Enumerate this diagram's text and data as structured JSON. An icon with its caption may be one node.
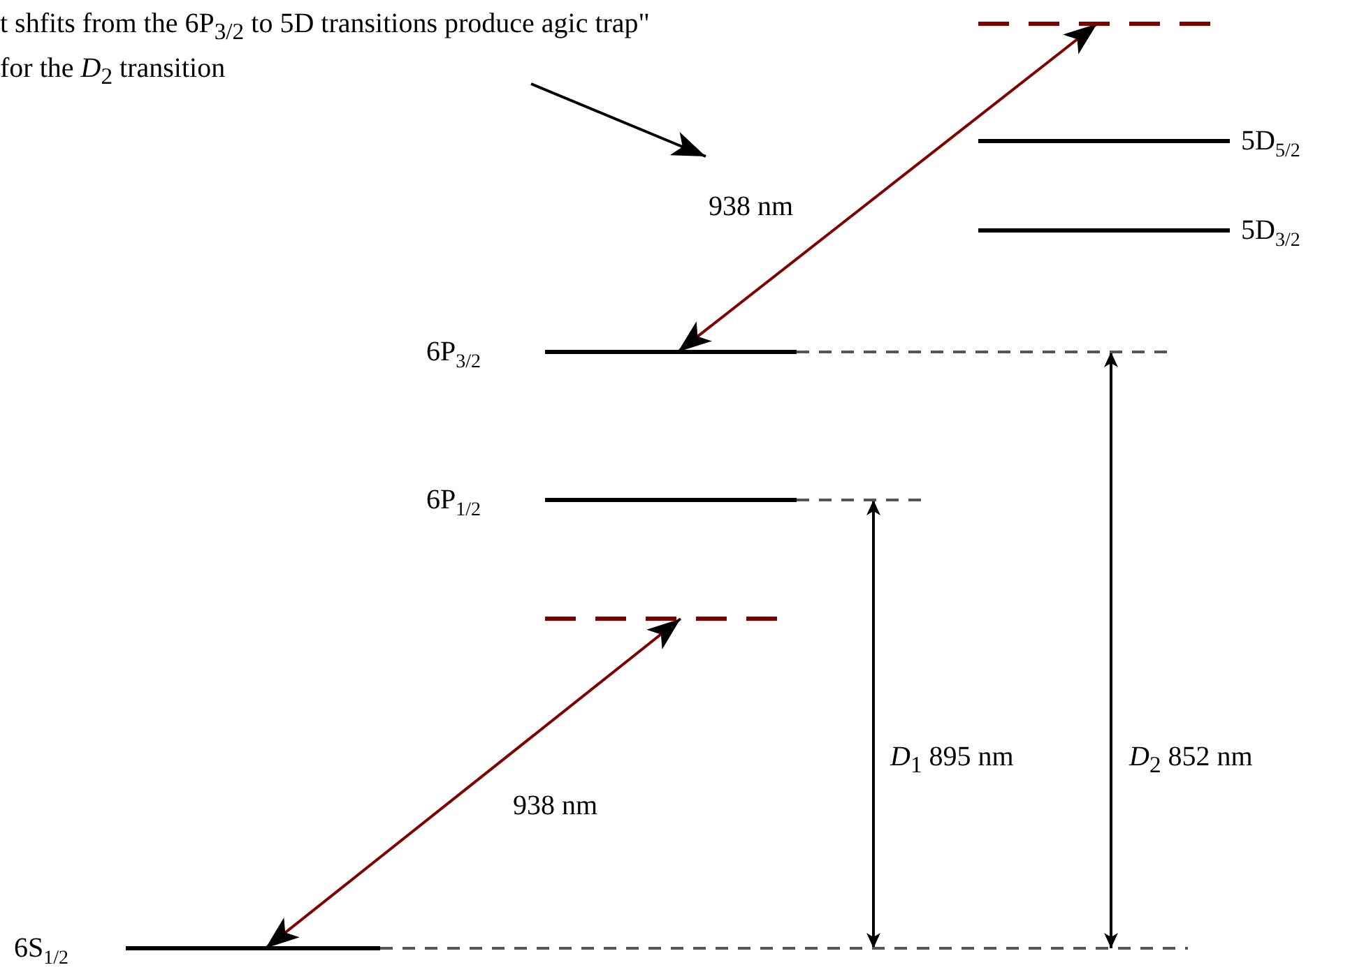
{
  "diagram": {
    "nodes": [
      {
        "text": [
          "6S$_{1/2}$"
        ]
      },
      {
        "text": [
          "6P$_{1/2}$"
        ]
      },
      {
        "text": [
          "6P$_{3/2}$"
        ]
      },
      {
        "text": [
          "5D$_{3/2}$"
        ]
      },
      {
        "text": [
          "5D$_{5/2}$"
        ]
      },
      {
        "text": [],
        "shape": "bar"
      },
      {
        "text": [],
        "shape": "bar"
      },
      {
        "text": [
          "t shfits from the 6P$_{3/2}$ to 5D transitions produce agic trap\" for the *D*$_{2}$ transition"
        ]
      }
    ],
    "edges": [
      {
        "from": 0,
        "to": 5,
        "arrow": "both",
        "label": "938 nm",
        "color": "#800000"
      },
      {
        "from": 2,
        "to": 6,
        "arrow": "both",
        "label": "938 nm",
        "color": "#800000"
      },
      {
        "from": 0,
        "to": 1,
        "arrow": "both",
        "label": "*D*$_{1}$ 895 nm"
      },
      {
        "from": 0,
        "to": 2,
        "arrow": "both",
        "label": "*D*$_{2}$ 852 nm"
      },
      {
        "from": 7,
        "to": null,
        "arrow": "to"
      }
    ]
  }
}
